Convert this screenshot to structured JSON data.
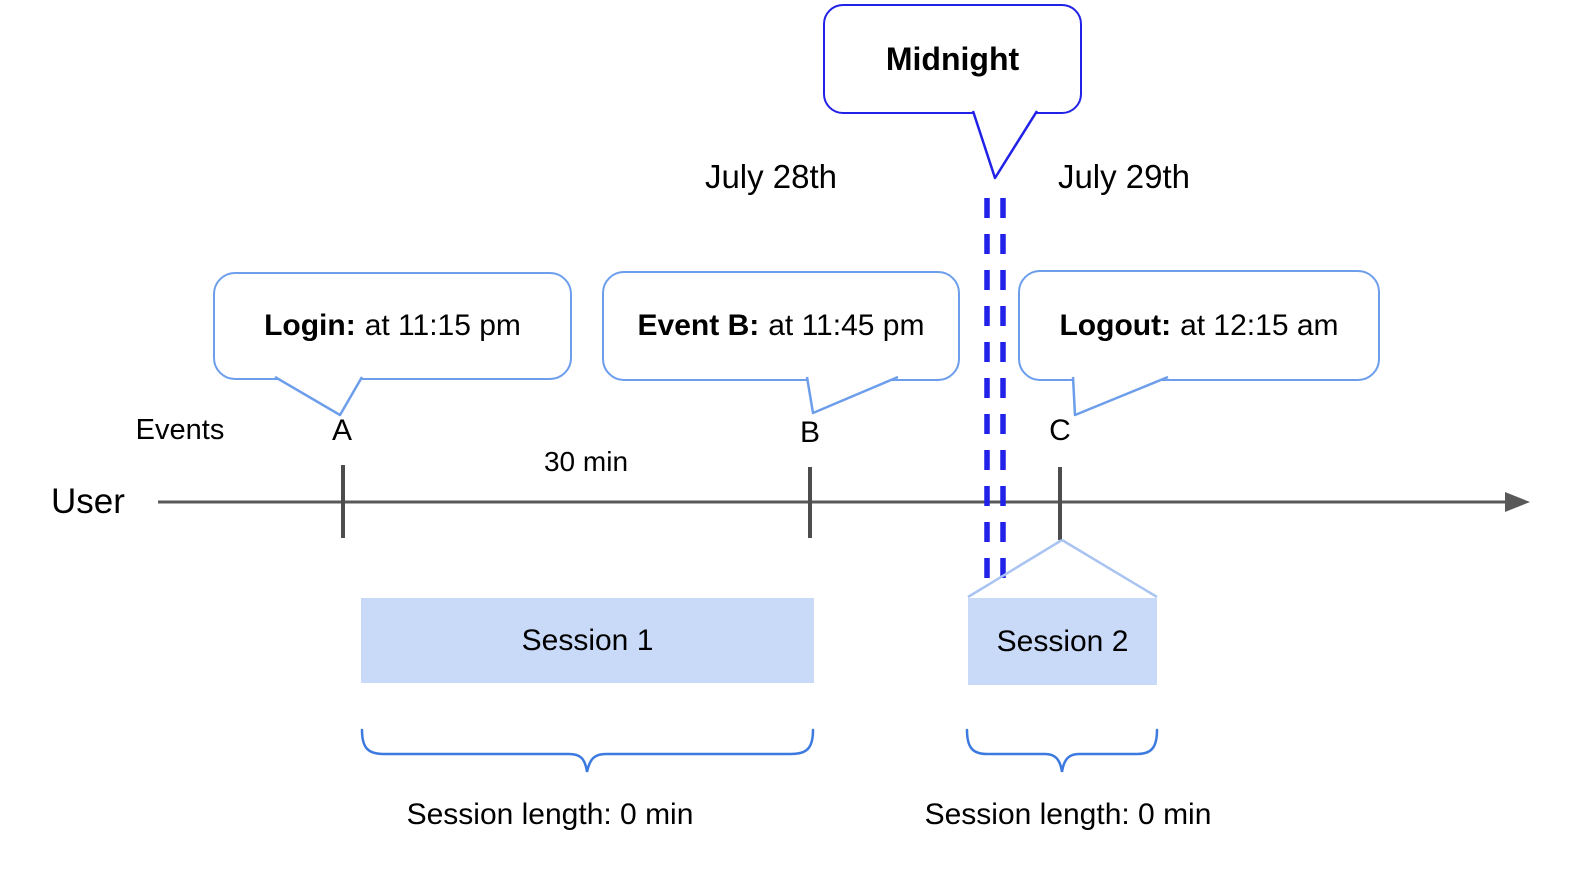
{
  "midnight": {
    "label": "Midnight"
  },
  "dates": {
    "left": "July 28th",
    "right": "July 29th"
  },
  "axis": {
    "events_label": "Events",
    "user_label": "User",
    "interval_label": "30 min"
  },
  "markers": {
    "a": "A",
    "b": "B",
    "c": "C"
  },
  "callouts": {
    "login": {
      "title": "Login:",
      "detail": "at 11:15 pm"
    },
    "event_b": {
      "title": "Event B:",
      "detail": "at 11:45 pm"
    },
    "logout": {
      "title": "Logout:",
      "detail": "at 12:15 am"
    }
  },
  "sessions": {
    "s1": {
      "label": "Session 1",
      "length": "Session length: 0 min"
    },
    "s2": {
      "label": "Session 2",
      "length": "Session length: 0 min"
    }
  },
  "colors": {
    "dark_blue": "#2121e8",
    "cornflower_border": "#6d9eeb",
    "session_fill": "#c9daf8",
    "brace_blue": "#3d7ae0",
    "flare_blue": "#a9c4f1",
    "timeline_gray": "#595959",
    "text_black": "#000000"
  }
}
